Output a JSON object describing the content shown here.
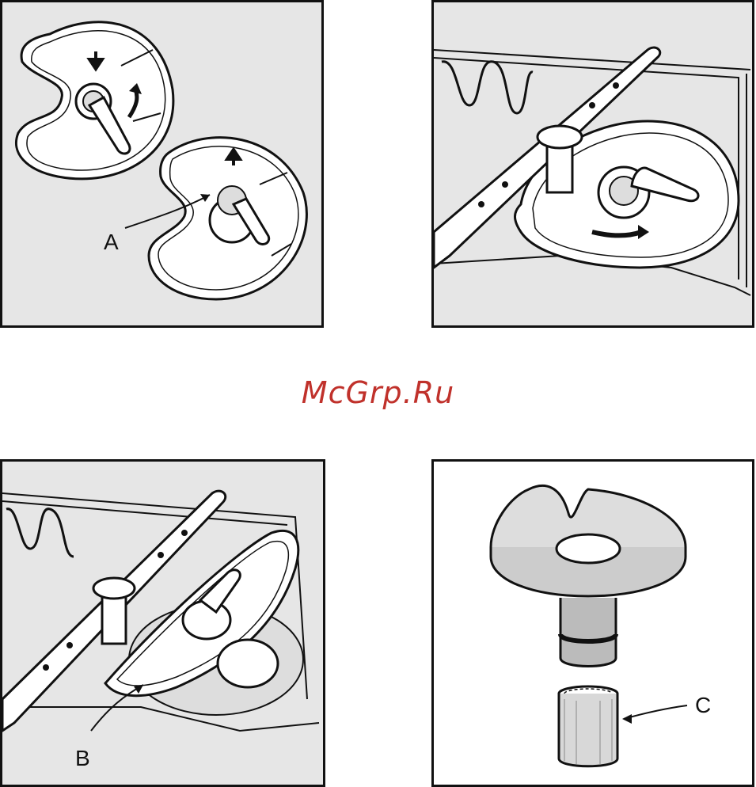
{
  "watermark": {
    "text": "McGrp.Ru",
    "color": "#c0312b"
  },
  "panels": [
    {
      "id": "panel-1",
      "callout": "A"
    },
    {
      "id": "panel-2"
    },
    {
      "id": "panel-3",
      "callout": "B"
    },
    {
      "id": "panel-4",
      "callout": "C"
    }
  ],
  "colors": {
    "panel_bg": "#e6e6e6",
    "line": "#111111",
    "part_fill": "#ffffff",
    "arrow": "#111111"
  }
}
